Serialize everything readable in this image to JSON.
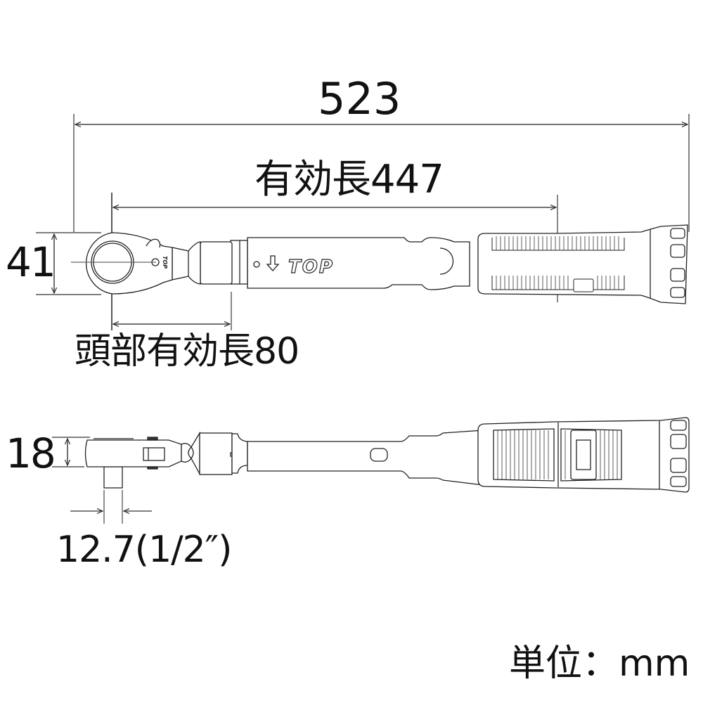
{
  "drawing": {
    "subject": "ratchet torque wrench",
    "brand_mark": "TOP",
    "dimensions": {
      "overall_length": {
        "label": "523",
        "value": 523,
        "unit": "mm"
      },
      "effective_length": {
        "label": "有効長447",
        "value": 447,
        "unit": "mm"
      },
      "head_effective_length": {
        "label": "頭部有効長80",
        "value": 80,
        "unit": "mm"
      },
      "head_width": {
        "label": "41",
        "value": 41,
        "unit": "mm"
      },
      "head_thickness": {
        "label": "18",
        "value": 18,
        "unit": "mm"
      },
      "square_drive": {
        "label": "12.7(1/2″)",
        "value": 12.7,
        "unit": "mm",
        "inch": "1/2″"
      }
    },
    "unit_note": "単位：mm",
    "views": [
      "top view",
      "side view"
    ]
  }
}
